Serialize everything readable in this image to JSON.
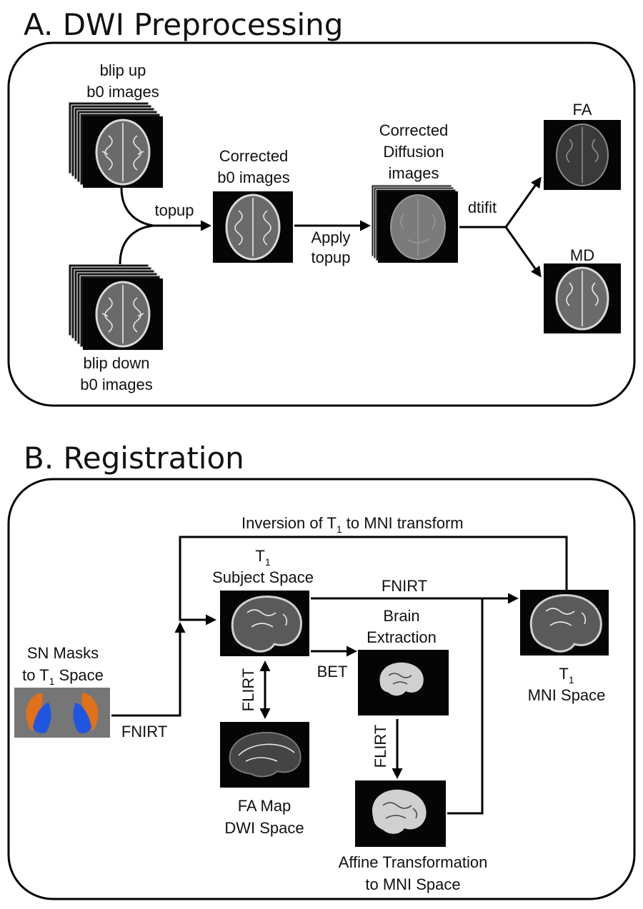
{
  "panel_a": {
    "title": "A. DWI Preprocessing",
    "blip_up": [
      "blip up",
      "b0 images"
    ],
    "blip_down": [
      "blip down",
      "b0 images"
    ],
    "corrected_b0": [
      "Corrected",
      "b0 images"
    ],
    "corrected_diffusion": [
      "Corrected",
      "Diffusion",
      "images"
    ],
    "fa": "FA",
    "md": "MD",
    "topup": "topup",
    "apply_topup": [
      "Apply",
      "topup"
    ],
    "dtifit": "dtifit"
  },
  "panel_b": {
    "title": "B. Registration",
    "inversion": {
      "main": "Inversion of T",
      "sub": "1",
      "rest": " to MNI transform"
    },
    "t1_subject": {
      "main": "T",
      "sub": "1",
      "line2": "Subject Space"
    },
    "fnirt_top": "FNIRT",
    "brain_extraction": [
      "Brain",
      "Extraction"
    ],
    "bet": "BET",
    "t1_mni": {
      "main": "T",
      "sub": "1",
      "line2": "MNI Space"
    },
    "sn_masks": {
      "line1": "SN Masks",
      "main": "to T",
      "sub": "1",
      "rest": " Space"
    },
    "fnirt_bottom": "FNIRT",
    "flirt_left": "FLIRT",
    "flirt_right": "FLIRT",
    "fa_map": [
      "FA Map",
      "DWI Space"
    ],
    "affine": [
      "Affine Transformation",
      "to MNI Space"
    ]
  },
  "colors": {
    "mask_orange": "#e0701a",
    "mask_blue": "#1f55e0",
    "mask_bg": "#767676"
  }
}
